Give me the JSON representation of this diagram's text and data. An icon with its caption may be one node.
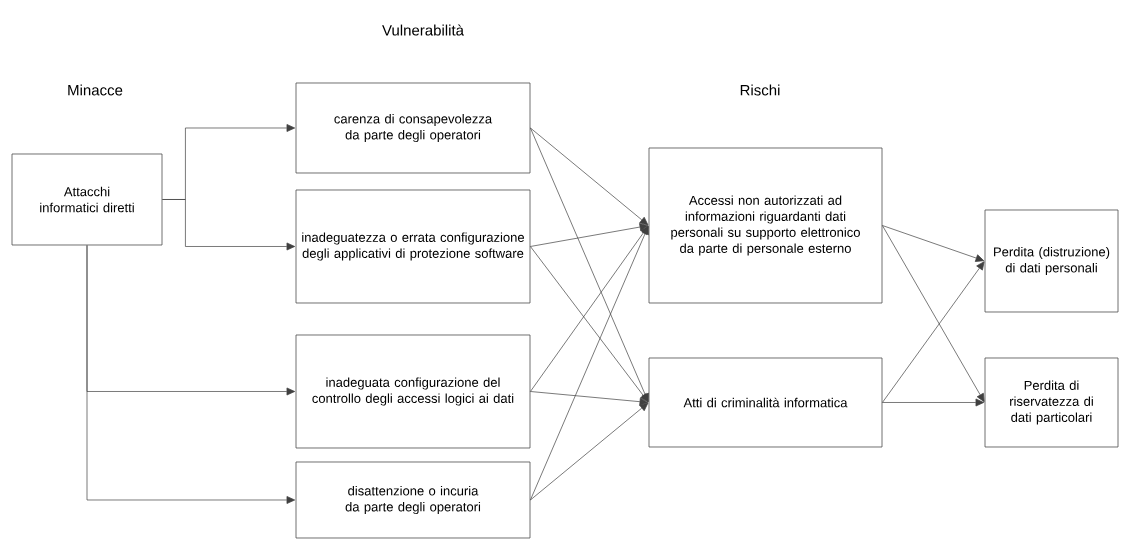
{
  "diagram": {
    "nodes": [
      {
        "text": [
          "Attacchi informatici diretti"
        ]
      },
      {
        "text": [
          "carenza di consapevolezza da parte degli operatori"
        ]
      },
      {
        "text": [
          "inadeguatezza o errata configurazione degli applicativi di protezione software"
        ]
      },
      {
        "text": [
          "inadeguata configurazione del controllo degli accessi logici ai dati"
        ]
      },
      {
        "text": [
          "disattenzione o incuria da parte degli operatori"
        ]
      },
      {
        "text": [
          "Accessi non autorizzati ad informazioni riguardanti dati personali su supporto elettronico da parte di personale esterno"
        ]
      },
      {
        "text": [
          "Atti di criminalità informatica"
        ]
      },
      {
        "text": [
          "Perdita (distruzione) di dati personali"
        ]
      },
      {
        "text": [
          "Perdita di riservatezza di dati particolari"
        ]
      }
    ],
    "edges": [
      {
        "from": 0,
        "to": 1,
        "arrow": "to"
      },
      {
        "from": 0,
        "to": 2,
        "arrow": "to"
      },
      {
        "from": 0,
        "to": 3,
        "arrow": "to"
      },
      {
        "from": 0,
        "to": 4,
        "arrow": "to"
      },
      {
        "from": 1,
        "to": 5,
        "arrow": "to"
      },
      {
        "from": 1,
        "to": 6,
        "arrow": "to"
      },
      {
        "from": 2,
        "to": 5,
        "arrow": "to"
      },
      {
        "from": 2,
        "to": 6,
        "arrow": "to"
      },
      {
        "from": 3,
        "to": 5,
        "arrow": "to"
      },
      {
        "from": 3,
        "to": 6,
        "arrow": "to"
      },
      {
        "from": 4,
        "to": 5,
        "arrow": "to"
      },
      {
        "from": 4,
        "to": 6,
        "arrow": "to"
      },
      {
        "from": 5,
        "to": 7,
        "arrow": "to"
      },
      {
        "from": 5,
        "to": 8,
        "arrow": "to"
      },
      {
        "from": 6,
        "to": 7,
        "arrow": "to"
      },
      {
        "from": 6,
        "to": 8,
        "arrow": "to"
      }
    ],
    "labels": [
      "Vulnerabilità",
      "Minacce",
      "Rischi"
    ]
  }
}
